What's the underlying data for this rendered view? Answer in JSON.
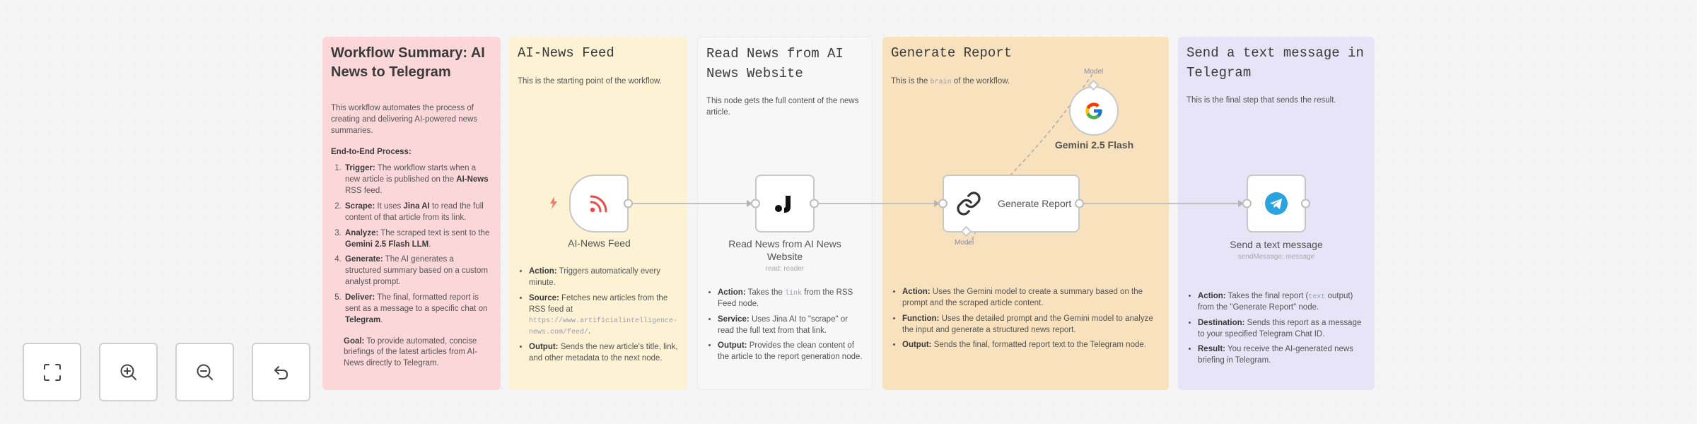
{
  "summary": {
    "title": "Workflow Summary: AI News to Telegram",
    "intro": "This workflow automates the process of creating and delivering AI-powered news summaries.",
    "process_heading": "End-to-End Process:",
    "steps": [
      {
        "label": "Trigger:",
        "pre": " The workflow starts when a new article is published on the ",
        "bold": "AI-News",
        "post": " RSS feed."
      },
      {
        "label": "Scrape:",
        "pre": " It uses ",
        "bold": "Jina AI",
        "post": " to read the full content of that article from its link."
      },
      {
        "label": "Analyze:",
        "pre": " The scraped text is sent to the ",
        "bold": "Gemini 2.5 Flash LLM",
        "post": "."
      },
      {
        "label": "Generate:",
        "pre": " The AI generates a structured summary based on a custom analyst prompt.",
        "bold": "",
        "post": ""
      },
      {
        "label": "Deliver:",
        "pre": " The final, formatted report is sent as a message to a specific chat on ",
        "bold": "Telegram",
        "post": "."
      }
    ],
    "goal_label": "Goal:",
    "goal_text": " To provide automated, concise briefings of the latest articles from AI-News directly to Telegram."
  },
  "feed_note": {
    "title": "AI-News Feed",
    "intro": "This is the starting point of the workflow.",
    "bullets": [
      {
        "label": "Action:",
        "text": " Triggers automatically every minute."
      },
      {
        "label": "Source:",
        "text": " Fetches new articles from the RSS feed at ",
        "code": "https://www.artificialintelligence-news.com/feed/",
        "after": "."
      },
      {
        "label": "Output:",
        "text": " Sends the new article's title, link, and other metadata to the next node."
      }
    ]
  },
  "reader_note": {
    "title": "Read News from AI News Website",
    "intro": "This node gets the full content of the news article.",
    "bullets": [
      {
        "label": "Action:",
        "pre": " Takes the ",
        "code": "link",
        "post": " from the RSS Feed node."
      },
      {
        "label": "Service:",
        "pre": " Uses Jina AI to \"scrape\" or read the full text from that link.",
        "code": "",
        "post": ""
      },
      {
        "label": "Output:",
        "pre": " Provides the clean content of the article to the report generation node.",
        "code": "",
        "post": ""
      }
    ]
  },
  "report_note": {
    "title": "Generate Report",
    "intro_pre": "This is the ",
    "intro_code": "brain",
    "intro_post": " of the workflow.",
    "bullets": [
      {
        "label": "Action:",
        "text": " Uses the Gemini model to create a summary based on the prompt and the scraped article content."
      },
      {
        "label": "Function:",
        "text": " Uses the detailed prompt and the Gemini model to analyze the input and generate a structured news report."
      },
      {
        "label": "Output:",
        "text": " Sends the final, formatted report text to the Telegram node."
      }
    ]
  },
  "telegram_note": {
    "title": "Send a text message in Telegram",
    "intro": "This is the final step that sends the result.",
    "bullets": [
      {
        "label": "Action:",
        "pre": " Takes the final report (",
        "code": "text",
        "post": " output) from the \"Generate Report\" node."
      },
      {
        "label": "Destination:",
        "pre": " Sends this report as a message to your specified Telegram Chat ID.",
        "code": "",
        "post": ""
      },
      {
        "label": "Result:",
        "pre": " You receive the AI-generated news briefing in Telegram.",
        "code": "",
        "post": ""
      }
    ]
  },
  "nodes": {
    "rss": {
      "label": "AI-News Feed",
      "icon": "rss-icon",
      "color": "#ea4b4b"
    },
    "reader": {
      "label": "Read News from AI News Website",
      "sub": "read: reader",
      "icon": "jina-icon"
    },
    "report": {
      "label": "Generate Report",
      "icon": "link-chain-icon",
      "model_port": "Model"
    },
    "gemini": {
      "label": "Gemini 2.5 Flash",
      "icon": "google-g-icon",
      "port": "Model"
    },
    "telegram": {
      "label": "Send a text message",
      "sub": "sendMessage: message",
      "icon": "telegram-icon",
      "color": "#2aa3df"
    }
  },
  "controls": [
    {
      "name": "fit-view-button",
      "icon": "fit-view-icon"
    },
    {
      "name": "zoom-in-button",
      "icon": "zoom-in-icon"
    },
    {
      "name": "zoom-out-button",
      "icon": "zoom-out-icon"
    },
    {
      "name": "undo-button",
      "icon": "undo-icon"
    }
  ]
}
